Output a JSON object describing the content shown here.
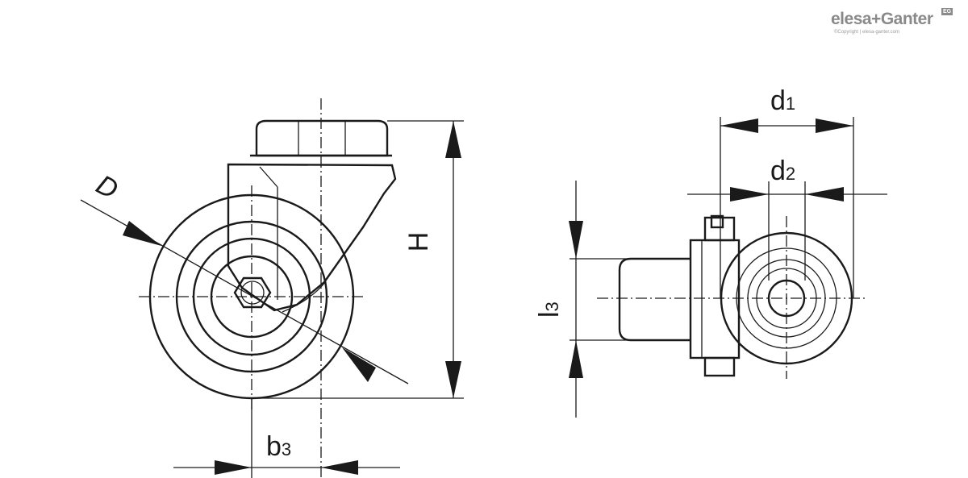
{
  "brand": {
    "name": "elesa+Ganter",
    "copyright": "©Copyright | elesa-ganter.com",
    "badge": "EG"
  },
  "dimensions": {
    "D": "D",
    "H": "H",
    "b3": "b",
    "b3_sub": "3",
    "d1": "d",
    "d1_sub": "1",
    "d2": "d",
    "d2_sub": "2",
    "l3": "l",
    "l3_sub": "3"
  },
  "colors": {
    "line": "#1a1a1a",
    "logo": "#8a8a8a",
    "background": "#ffffff"
  }
}
